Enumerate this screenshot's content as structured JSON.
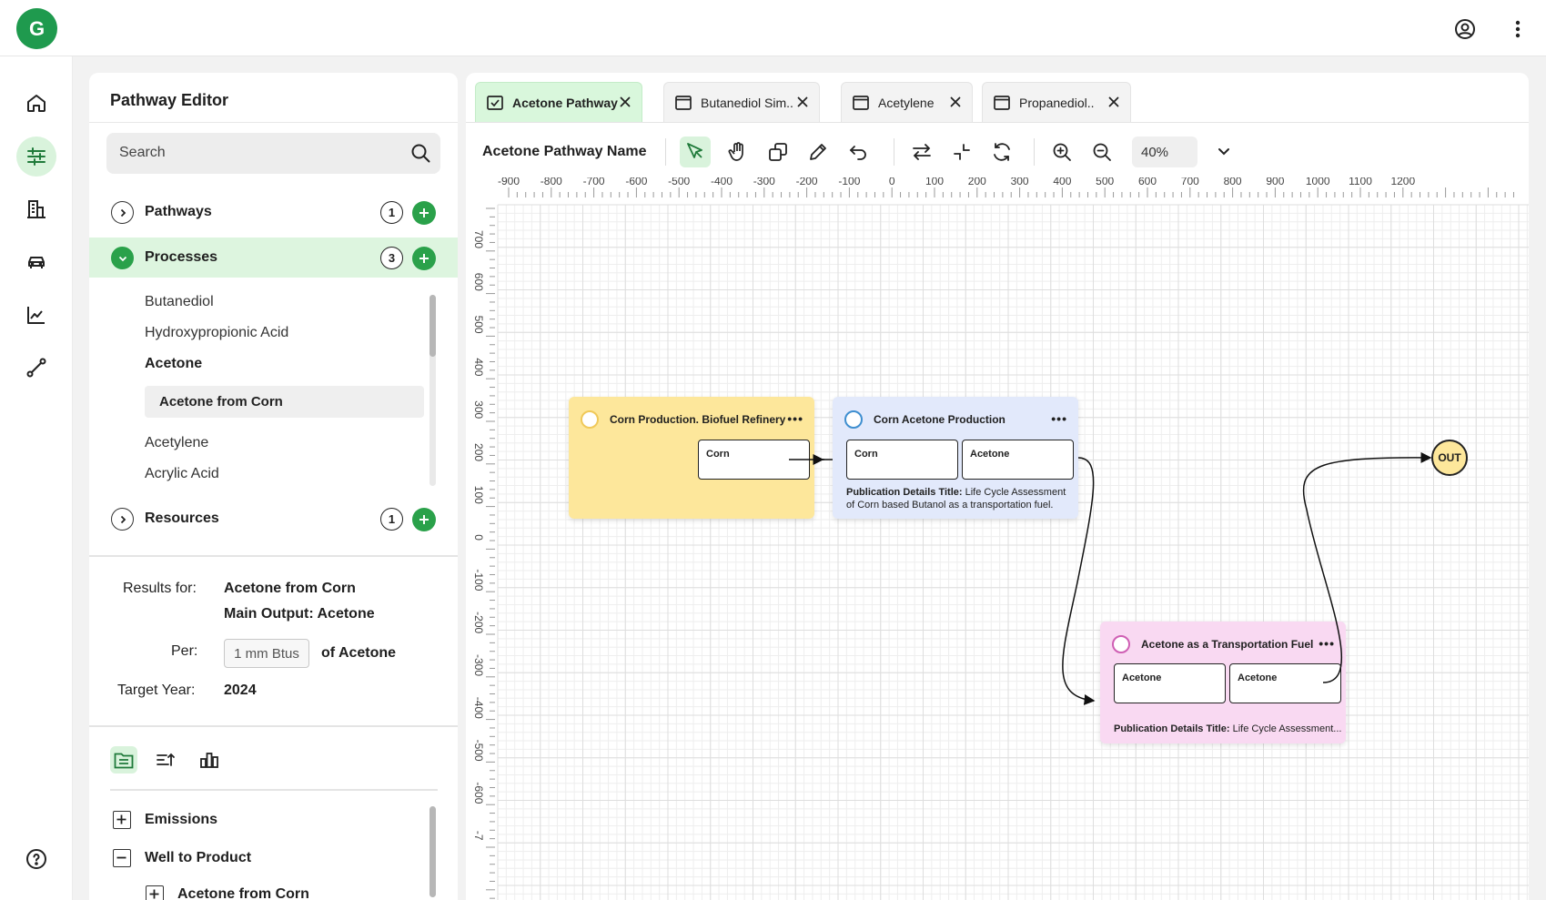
{
  "app": {
    "logo_letter": "G"
  },
  "sidebar_nav": [
    {
      "icon": "home-icon"
    },
    {
      "icon": "sliders-icon",
      "active": true
    },
    {
      "icon": "building-icon"
    },
    {
      "icon": "car-icon"
    },
    {
      "icon": "chart-icon"
    },
    {
      "icon": "route-icon"
    },
    {
      "icon": "help-icon"
    }
  ],
  "panel": {
    "title": "Pathway Editor",
    "search_placeholder": "Search",
    "sections": [
      {
        "label": "Pathways",
        "count": "1",
        "expanded": false
      },
      {
        "label": "Processes",
        "count": "3",
        "expanded": true
      },
      {
        "label": "Resources",
        "count": "1",
        "expanded": false
      }
    ],
    "processes": [
      "Butanediol",
      "Hydroxypropionic Acid",
      "Acetone",
      "Acetone from Corn",
      "Acetylene",
      "Acrylic Acid"
    ],
    "results": {
      "results_for_label": "Results for:",
      "results_for_value": "Acetone from Corn",
      "main_output": "Main Output: Acetone",
      "per_label": "Per:",
      "per_value": "1 mm Btus",
      "per_suffix": "of Acetone",
      "target_year_label": "Target Year:",
      "target_year_value": "2024"
    },
    "emissions": [
      "Emissions",
      "Well to Product",
      "Acetone from Corn"
    ]
  },
  "editor": {
    "tabs": [
      {
        "label": "Acetone Pathway",
        "active": true
      },
      {
        "label": "Butanediol Sim..",
        "active": false
      },
      {
        "label": "Acetylene",
        "active": false
      },
      {
        "label": "Propanediol..",
        "active": false
      }
    ],
    "pathway_name": "Acetone Pathway Name",
    "zoom": "40%",
    "ruler_x": [
      "-900",
      "-800",
      "-700",
      "-600",
      "-500",
      "-400",
      "-300",
      "-200",
      "-100",
      "0",
      "100",
      "200",
      "300",
      "400",
      "500",
      "600",
      "700",
      "800",
      "900",
      "1000",
      "1100",
      "1200"
    ],
    "ruler_y": [
      "700",
      "600",
      "500",
      "400",
      "300",
      "200",
      "100",
      "0",
      "-100",
      "-200",
      "-300",
      "-400",
      "-500",
      "-600",
      "-7"
    ]
  },
  "nodes": {
    "n1": {
      "title": "Corn Production. Biofuel Refinery",
      "more": "•••",
      "ports": [
        "Corn"
      ],
      "color": "#fde79b",
      "circle": "#f0c95a"
    },
    "n2": {
      "title": "Corn Acetone Production",
      "more": "•••",
      "ports": [
        "Corn",
        "Acetone"
      ],
      "detail_label": "Publication Details Title:",
      "detail_text": " Life Cycle Assessment of Corn based Butanol as a transportation fuel.",
      "color": "#e2e9fb",
      "circle": "#3f8fd0"
    },
    "n3": {
      "title": "Acetone as a Transportation Fuel",
      "more": "•••",
      "ports": [
        "Acetone",
        "Acetone"
      ],
      "detail_label": "Publication Details Title:",
      "detail_text": " Life Cycle Assessment...",
      "color": "#f9d9f2",
      "circle": "#cf5fb4"
    },
    "out": {
      "label": "OUT"
    }
  }
}
